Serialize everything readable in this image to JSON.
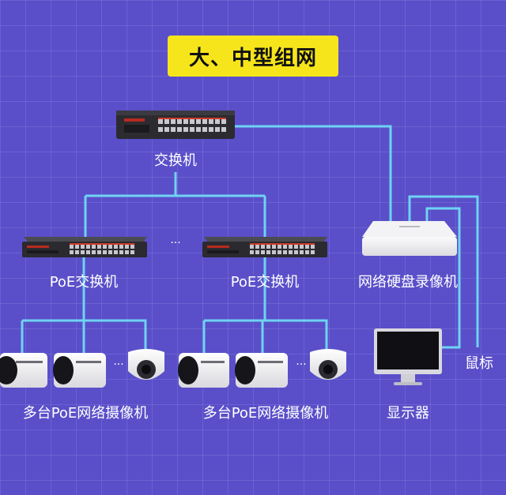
{
  "title": "大、中型组网",
  "labels": {
    "core_switch": "交换机",
    "poe_switch_1": "PoE交换机",
    "poe_switch_2": "PoE交换机",
    "nvr": "网络硬盘录像机",
    "cameras_1": "多台PoE网络摄像机",
    "cameras_2": "多台PoE网络摄像机",
    "monitor": "显示器",
    "mouse": "鼠标"
  },
  "ellipses": {
    "switches": "···",
    "cameras_1": "···",
    "cameras_2": "···"
  },
  "colors": {
    "background": "#5a4fc9",
    "title_bg": "#f6e51b",
    "line": "#6fd3f2"
  },
  "icons": [
    "switch-icon",
    "camera-icon",
    "dome-camera-icon",
    "nvr-icon",
    "monitor-icon"
  ]
}
